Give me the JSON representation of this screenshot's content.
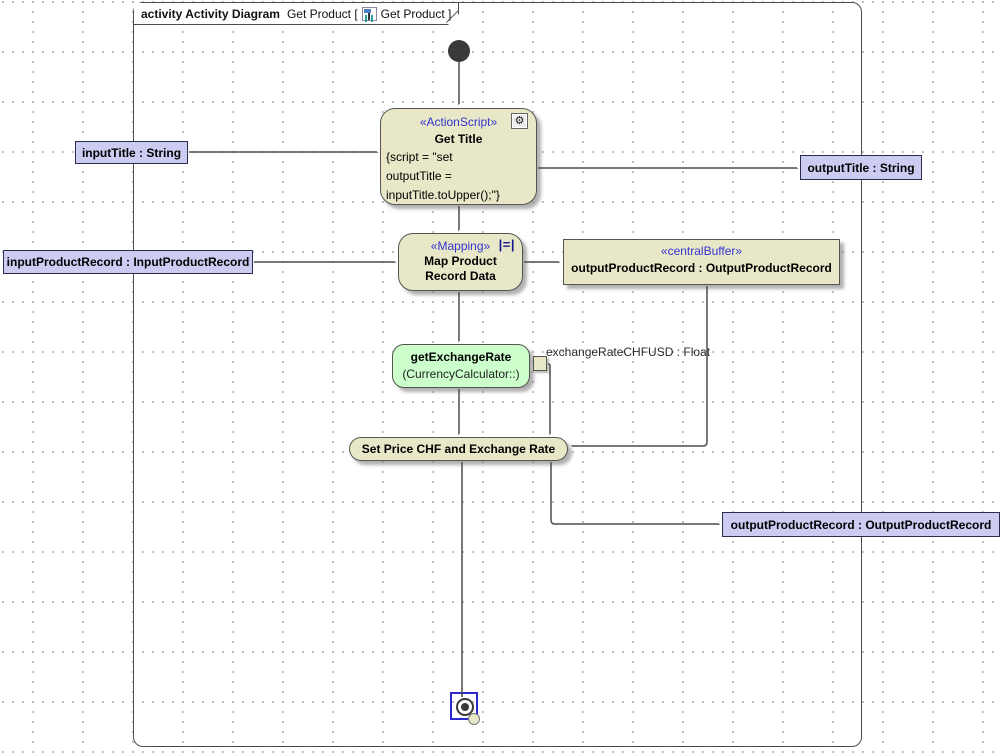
{
  "colors": {
    "node_fill": "#e8e8c9",
    "green_fill": "#ccffcc",
    "param_fill": "#ccccf2",
    "stereotype_text": "#3434cf",
    "line": "#4d4d4d",
    "selection": "#2a2ace"
  },
  "frame": {
    "keyword": "activity Activity Diagram",
    "diagram_name": "Get Product [",
    "diagram_ref": "Get Product ]"
  },
  "nodes": {
    "get_title": {
      "stereotype": "«ActionScript»",
      "name": "Get Title",
      "script_line1": "{script = \"set",
      "script_line2": "outputTitle =",
      "script_line3": "inputTitle.toUpper();\"}",
      "gear_icon_glyph": "⚙"
    },
    "map_product": {
      "stereotype": "«Mapping»",
      "name_line1": "Map Product",
      "name_line2": "Record Data",
      "icon_glyph": "|=|"
    },
    "central_buffer": {
      "stereotype": "«centralBuffer»",
      "name": "outputProductRecord : OutputProductRecord"
    },
    "get_exchange_rate": {
      "name": "getExchangeRate",
      "qualifier": "(CurrencyCalculator::)",
      "pin_label": "exchangeRateCHFUSD : Float"
    },
    "set_price": {
      "name": "Set Price CHF and Exchange Rate"
    }
  },
  "parameters": {
    "input_title": "inputTitle : String",
    "output_title": "outputTitle : String",
    "input_product_record": "inputProductRecord : InputProductRecord",
    "output_product_record": "outputProductRecord : OutputProductRecord"
  }
}
